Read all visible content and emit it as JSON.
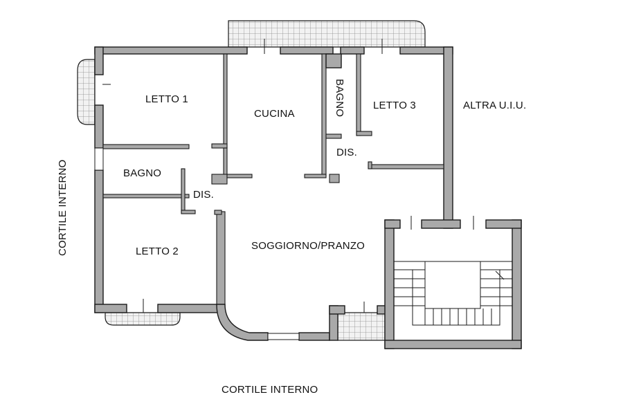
{
  "floor_plan": {
    "rooms": {
      "letto1": "LETTO 1",
      "cucina": "CUCINA",
      "bagno_top": "BAGNO",
      "letto3": "LETTO 3",
      "bagno_left": "BAGNO",
      "dis_left": "DIS.",
      "dis_right": "DIS.",
      "letto2": "LETTO 2",
      "soggiorno": "SOGGIORNO/PRANZO"
    },
    "surroundings": {
      "altra_uiu": "ALTRA U.I.U.",
      "cortile_left": "CORTILE INTERNO",
      "cortile_bottom": "CORTILE INTERNO"
    },
    "colors": {
      "wall_fill": "#a9a9a9",
      "line": "#1a1a1a",
      "tile_fill": "#f2f2f2",
      "background": "#ffffff"
    }
  }
}
